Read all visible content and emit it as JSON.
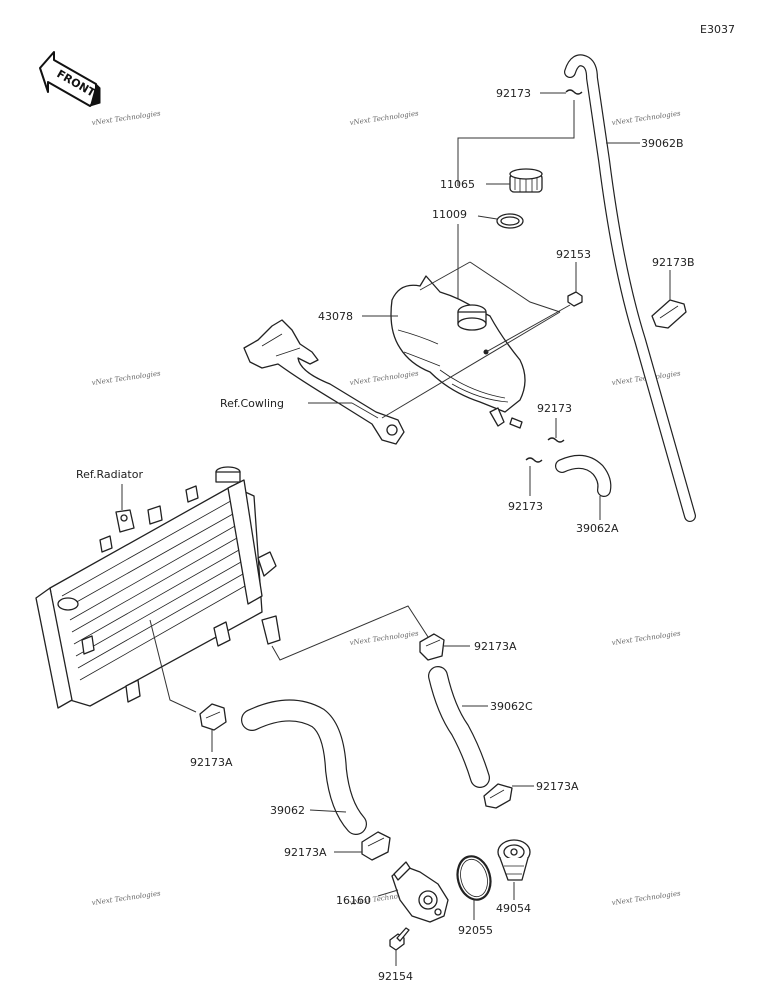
{
  "diagram_code": "E3037",
  "front_arrow_text": "FRONT",
  "watermark_text": "vNext Technologies",
  "labels": {
    "p92173_top": "92173",
    "p39062B": "39062B",
    "p11065": "11065",
    "p11009": "11009",
    "p92153": "92153",
    "p92173B": "92173B",
    "p43078": "43078",
    "ref_cowling": "Ref.Cowling",
    "p92173_mid": "92173",
    "p92173_low": "92173",
    "p39062A": "39062A",
    "ref_radiator": "Ref.Radiator",
    "p92173A_1": "92173A",
    "p39062C": "39062C",
    "p92173A_2": "92173A",
    "p92173A_left": "92173A",
    "p39062": "39062",
    "p92173A_pump": "92173A",
    "p16160": "16160",
    "p92055": "92055",
    "p49054": "49054",
    "p92154": "92154"
  }
}
